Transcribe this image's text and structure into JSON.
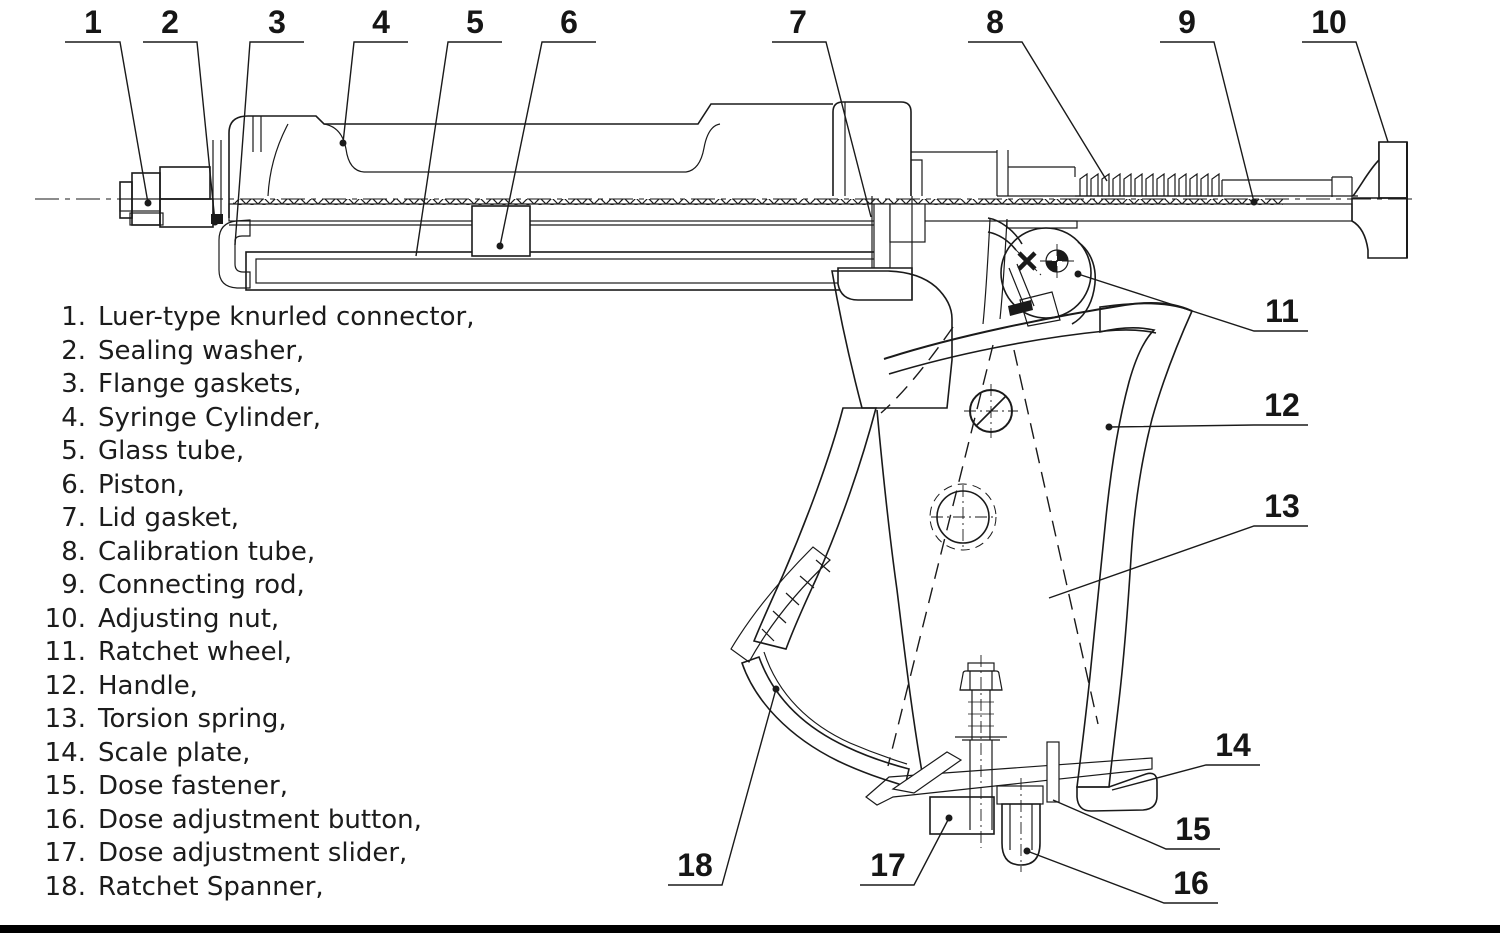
{
  "page": {
    "background": "#ffffff",
    "ink": "#1a1a1a"
  },
  "callouts": [
    "1",
    "2",
    "3",
    "4",
    "5",
    "6",
    "7",
    "8",
    "9",
    "10",
    "11",
    "12",
    "13",
    "14",
    "15",
    "16",
    "17",
    "18"
  ],
  "legend": {
    "items": [
      {
        "n": "1.",
        "t": "Luer-type knurled connector,"
      },
      {
        "n": "2.",
        "t": "Sealing washer,"
      },
      {
        "n": "3.",
        "t": "Flange gaskets,"
      },
      {
        "n": "4.",
        "t": "Syringe Cylinder,"
      },
      {
        "n": "5.",
        "t": "Glass tube,"
      },
      {
        "n": "6.",
        "t": "Piston,"
      },
      {
        "n": "7.",
        "t": "Lid gasket,"
      },
      {
        "n": "8.",
        "t": "Calibration tube,"
      },
      {
        "n": "9.",
        "t": "Connecting rod,"
      },
      {
        "n": "10.",
        "t": "Adjusting nut,"
      },
      {
        "n": "11.",
        "t": "Ratchet wheel,"
      },
      {
        "n": "12.",
        "t": "Handle,"
      },
      {
        "n": "13.",
        "t": "Torsion spring,"
      },
      {
        "n": "14.",
        "t": "Scale plate,"
      },
      {
        "n": "15.",
        "t": "Dose fastener,"
      },
      {
        "n": "16.",
        "t": "Dose adjustment button,"
      },
      {
        "n": "17.",
        "t": "Dose adjustment slider,"
      },
      {
        "n": "18.",
        "t": "Ratchet Spanner,"
      }
    ]
  }
}
